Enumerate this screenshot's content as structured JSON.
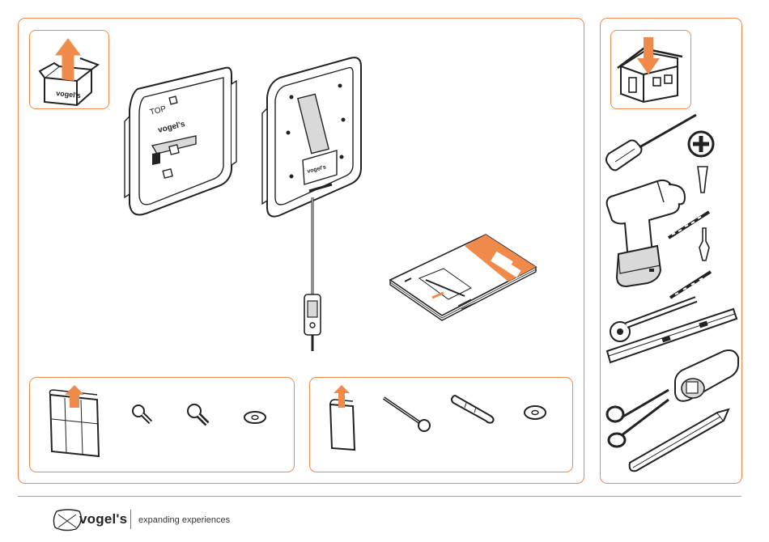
{
  "brand": {
    "name": "vogel's",
    "tagline": "expanding experiences"
  },
  "product_labels": {
    "plate_top": "TOP",
    "plate_logo": "vogel's"
  },
  "colors": {
    "accent": "#f08a4b",
    "line": "#222222",
    "fill_grey": "#d9d9d9"
  },
  "icons": {
    "unpack": "box-arrow-up-icon",
    "site": "house-arrow-down-icon",
    "tools": [
      "screwdriver-icon",
      "phillips-bit-icon",
      "drill-icon",
      "drill-bit-icon",
      "ratchet-icon",
      "spirit-level-icon",
      "stud-finder-icon",
      "scissors-icon",
      "pencil-icon"
    ]
  }
}
